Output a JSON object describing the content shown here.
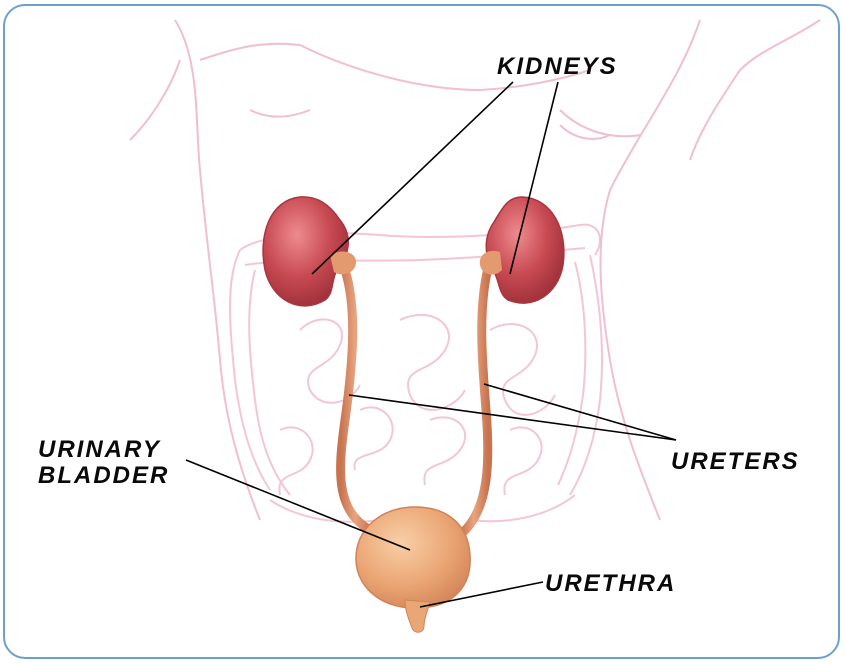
{
  "labels": {
    "kidneys": "KIDNEYS",
    "urinary": "URINARY",
    "bladder": "BLADDER",
    "ureters": "URETERS",
    "urethra": "URETHRA"
  },
  "colors": {
    "frame_border": "#6f9fcf",
    "body_outline": "#e9a7c5",
    "kidney": "#c4474f",
    "ureter": "#d98e6a",
    "bladder": "#eba675",
    "leader_line": "#000000"
  }
}
